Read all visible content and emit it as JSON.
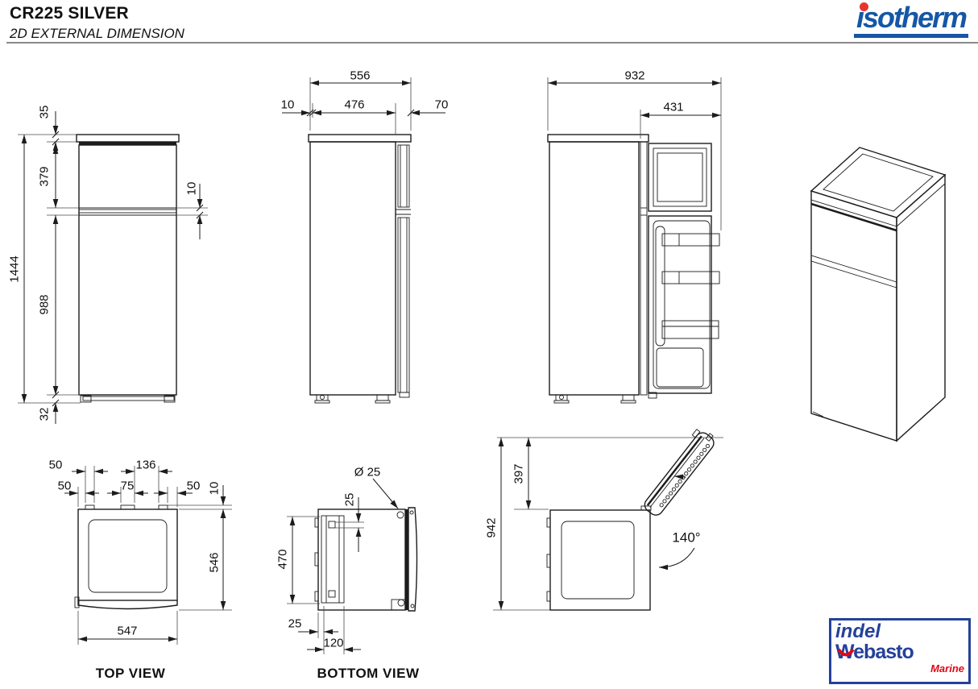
{
  "header": {
    "title": "CR225 SILVER",
    "subtitle": "2D EXTERNAL DIMENSION"
  },
  "brand": {
    "isotherm": "isotherm",
    "indel": "indel",
    "webasto": "Webasto",
    "marine": "Marine"
  },
  "views": {
    "front": {
      "dims": {
        "cap": "35",
        "freezer": "379",
        "gap": "10",
        "total_height": "1444",
        "fridge": "988",
        "feet": "32"
      }
    },
    "side": {
      "dims": {
        "total_depth": "556",
        "rear": "10",
        "body_depth": "476",
        "door_depth": "70"
      }
    },
    "open": {
      "dims": {
        "total_open": "932",
        "door_open": "431"
      }
    },
    "top": {
      "label": "TOP VIEW",
      "dims": {
        "tab_width": "50",
        "tab_gap": "136",
        "edge_left": "50",
        "tab_mid": "75",
        "edge_right": "50",
        "lip": "10",
        "depth": "546",
        "width": "547"
      }
    },
    "bottom": {
      "label": "BOTTOM VIEW",
      "dims": {
        "hole_dia": "Ø 25",
        "hole_offset": "25",
        "rail_length": "470",
        "rail_offset": "25",
        "rail_width": "120"
      }
    },
    "swing": {
      "dims": {
        "door_depth": "397",
        "total_depth": "942",
        "angle": "140°"
      }
    }
  }
}
